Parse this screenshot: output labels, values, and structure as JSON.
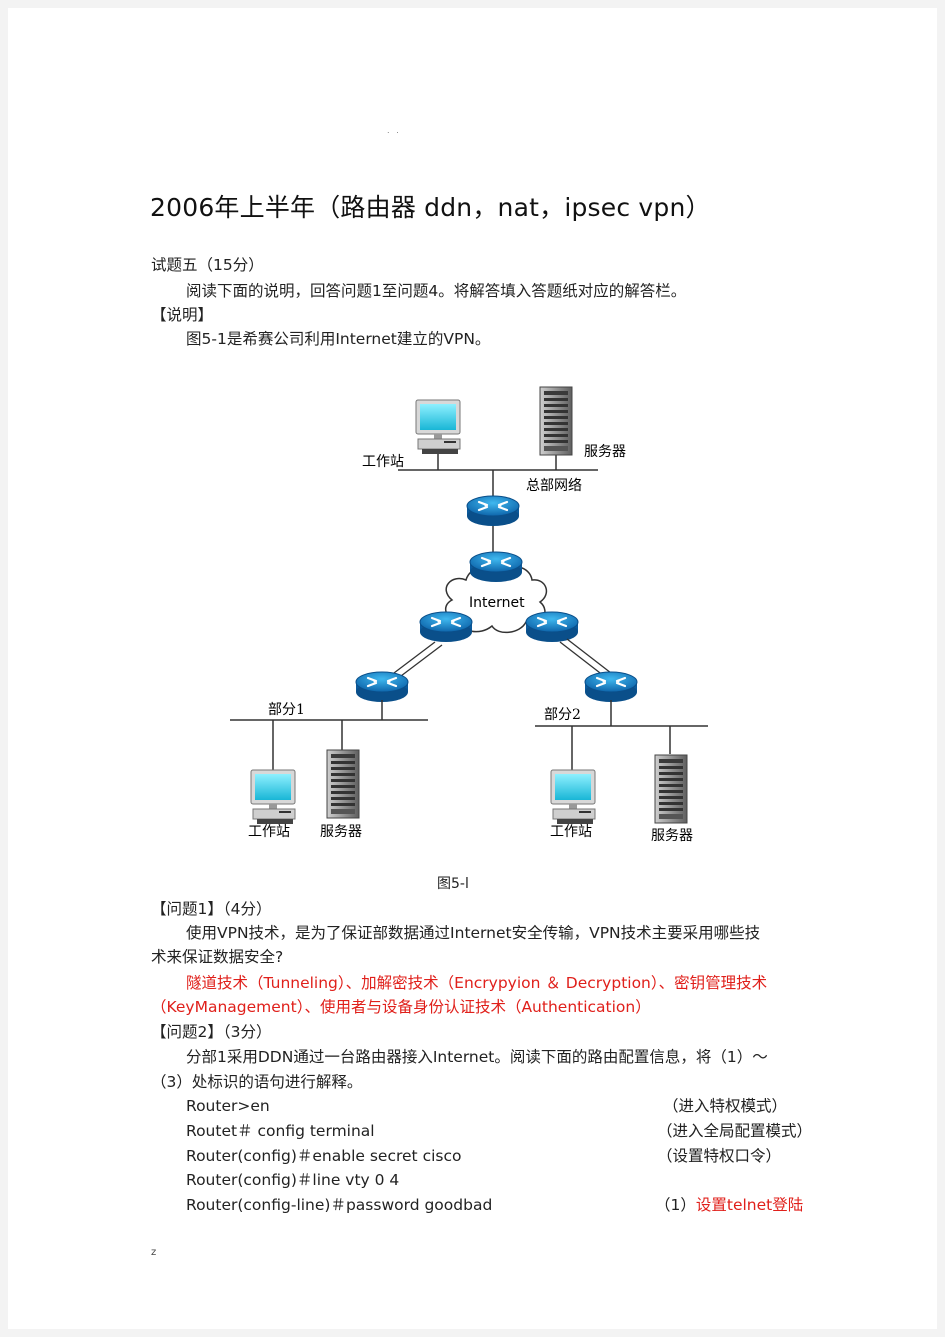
{
  "header_mark": ". .",
  "title": "2006年上半年（路由器 ddn，nat，ipsec vpn）",
  "section_heading": "试题五（15分）",
  "intro": "阅读下面的说明，回答问题1至问题4。将解答填入答题纸对应的解答栏。",
  "explain_label": "【说明】",
  "figure_intro": "图5-1是希赛公司利用Internet建立的VPN。",
  "diagram": {
    "hq_workstation": "工作站",
    "hq_server": "服务器",
    "hq_network": "总部网络",
    "internet": "Internet",
    "branch1": "部分1",
    "branch2": "部分2",
    "b1_workstation": "工作站",
    "b1_server": "服务器",
    "b2_workstation": "工作站",
    "b2_server": "服务器"
  },
  "figure_caption": "图5-l",
  "q1": {
    "heading": "【问题1】（4分）",
    "question_line1": "使用VPN技术，是为了保证部数据通过Internet安全传输，VPN技术主要采用哪些技",
    "question_line2": "术来保证数据安全?",
    "answer_line1": "隧道技术（Tunneling）、加解密技术（Encrypyion ＆ Decryption）、密钥管理技术",
    "answer_line2": "（KeyManagement）、使用者与设备身份认证技术（Authentication）"
  },
  "q2": {
    "heading": "【问题2】（3分）",
    "intro_line1": "分部1采用DDN通过一台路由器接入Internet。阅读下面的路由配置信息，将（1）～",
    "intro_line2": "（3）处标识的语句进行解释。",
    "commands": [
      {
        "cmd": "Router>en",
        "note": "（进入特权模式）"
      },
      {
        "cmd": "Routet＃  config  terminal",
        "note": "（进入全局配置模式）"
      },
      {
        "cmd": "Router(config)＃enable  secret  cisco",
        "note": "（设置特权口令）"
      },
      {
        "cmd": "Router(config)＃line  vty  0  4",
        "note": ""
      },
      {
        "cmd": "Router(config-line)＃password goodbad",
        "note_num": "（1）",
        "note_answer": "设置telnet登陆"
      }
    ]
  },
  "footer_mark": "z"
}
